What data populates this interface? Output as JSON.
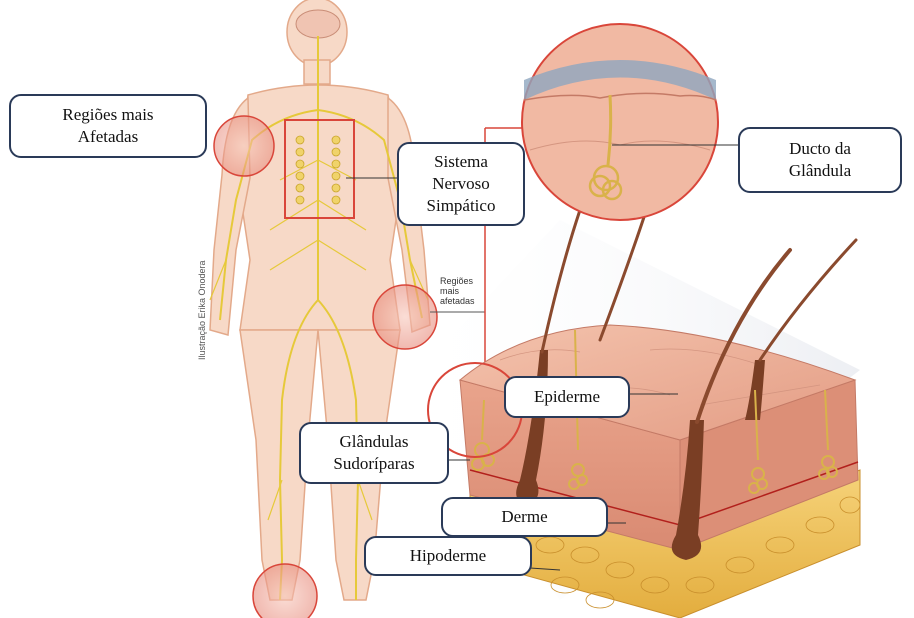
{
  "labels": {
    "regioes_afetadas": [
      "Regiões mais",
      "Afetadas"
    ],
    "sistema_nervoso": [
      "Sistema",
      "Nervoso",
      "Simpático"
    ],
    "ducto_glandula": [
      "Ducto da",
      "Glândula"
    ],
    "epiderme": "Epiderme",
    "glandulas_sudoriparas": [
      "Glândulas",
      "Sudoríparas"
    ],
    "derme": "Derme",
    "hipoderme": "Hipoderme"
  },
  "small_labels": {
    "regioes_small": [
      "Regiões",
      "mais",
      "afetadas"
    ],
    "illustration_credit": "Ilustração Erika Onodera"
  },
  "colors": {
    "body_fill": "#f7d9c7",
    "body_stroke": "#e3a98a",
    "nerve": "#e6c93a",
    "highlight_red": "#d9463a",
    "skin": "#e8a78f",
    "skin_dark": "#c47a66",
    "fat": "#f2c35a",
    "hair": "#8a4a2e",
    "callout_border": "#2a3a58"
  }
}
